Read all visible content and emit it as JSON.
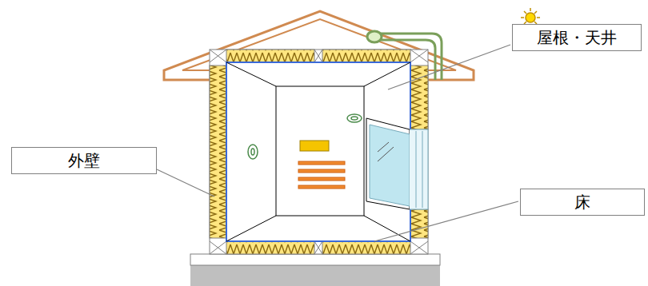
{
  "diagram": {
    "nodes": [
      {
        "text": [
          "屋根・天井"
        ]
      },
      {
        "text": [
          "外壁"
        ]
      },
      {
        "text": [
          "床"
        ]
      }
    ]
  }
}
